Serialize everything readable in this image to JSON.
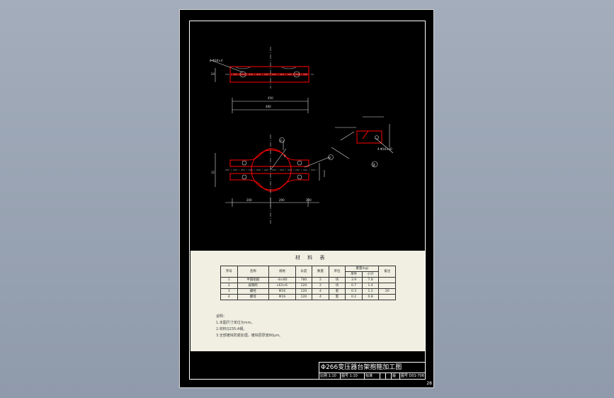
{
  "drawing": {
    "dims": {
      "top_len": "450",
      "top_sub": "480",
      "bottom_left": "200",
      "bottom_mid": "290",
      "bottom_right": "200",
      "callout_1": "①",
      "callout_2": "②",
      "label_r": "R",
      "detail_label": "②",
      "detail_note": "4-Φ16×40",
      "ann_top": "8-Φ18×4",
      "side_a": "24",
      "side_b": "12"
    }
  },
  "table": {
    "title": "材 料 表",
    "headers": [
      "序号",
      "名称",
      "规格",
      "长度",
      "数量",
      "单位",
      "重量(kg)",
      "",
      "备注"
    ],
    "subheaders": [
      "单件",
      "小计"
    ],
    "rows": [
      [
        "1",
        "半圆抱箍",
        "-8×80",
        "780",
        "2",
        "块",
        "3.9",
        "7.8",
        ""
      ],
      [
        "2",
        "扁钢托",
        "L63×6",
        "120",
        "2",
        "块",
        "0.7",
        "1.4",
        ""
      ],
      [
        "3",
        "螺栓",
        "M16",
        "120",
        "4",
        "套",
        "0.3",
        "1.2",
        "20"
      ],
      [
        "4",
        "螺母",
        "M16",
        "120",
        "4",
        "套",
        "0.2",
        "0.8",
        ""
      ]
    ]
  },
  "notes": {
    "heading": "说明：",
    "lines": [
      "1.本图尺寸单位为mm。",
      "2.材料Q235-A钢。",
      "3.全部镀锌防腐处理，镀锌层厚度80μm。"
    ]
  },
  "title_block": {
    "title": "Φ266变压器台架抱箍加工图",
    "cells": [
      "比例 1:10",
      "图号 1:10",
      "标准",
      "",
      "",
      "版",
      "图号 D01-706"
    ]
  },
  "sheet_no": "28"
}
